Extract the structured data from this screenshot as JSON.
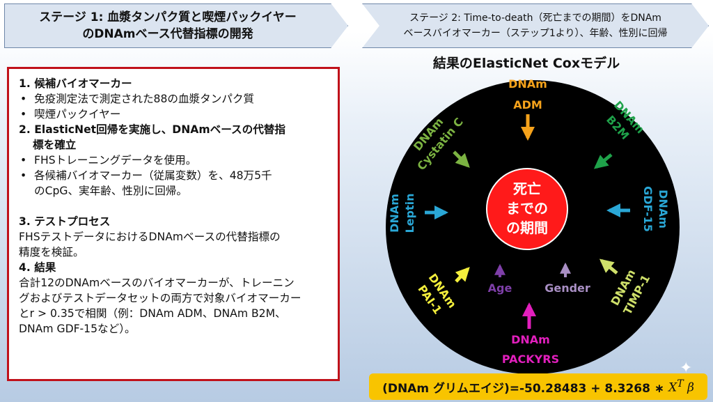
{
  "stage1": {
    "line1": "ステージ 1: 血漿タンパク質と喫煙パックイヤー",
    "line2": "のDNAmベース代替指標の開発"
  },
  "stage2": {
    "line1": "ステージ 2: Time-to-death（死亡までの期間）をDNAm",
    "line2": "ベースバイオマーカー（ステップ1より）、年齢、性別に回帰"
  },
  "steps": {
    "h1": "1. 候補バイオマーカー",
    "b1": "免疫測定法で測定された88の血漿タンパク質",
    "b2": "喫煙パックイヤー",
    "h2a": "2. ElasticNet回帰を実施し、DNAmベースの代替指",
    "h2b": "標を確立",
    "b3": "FHSトレーニングデータを使用。",
    "b4a": "各候補バイオマーカー（従属変数）を、48万5千",
    "b4b": "のCpG、実年齢、性別に回帰。",
    "h3": "3. テストプロセス",
    "t3a": "FHSテストデータにおけるDNAmベースの代替指標の",
    "t3b": "精度を検証。",
    "h4": "4. 結果",
    "t4a": "合計12のDNAmベースのバイオマーカーが、トレーニン",
    "t4b": "グおよびテストデータセットの両方で対象バイオマーカー",
    "t4c": "とr > 0.35で相関（例：DNAm ADM、DNAm B2M、",
    "t4d": "DNAm GDF-15など）。"
  },
  "diagram": {
    "title": "結果のElasticNet Coxモデル",
    "center": {
      "l1": "死亡",
      "l2": "までの",
      "l3": "の期間"
    },
    "nodes": [
      {
        "id": "adm",
        "l1": "DNAm",
        "l2": "ADM",
        "color": "#f5a21b"
      },
      {
        "id": "b2m",
        "l1": "DNAm",
        "l2": "B2M",
        "color": "#1fa24a"
      },
      {
        "id": "gdf",
        "l1": "DNAm",
        "l2": "GDF-15",
        "color": "#2aa7d6"
      },
      {
        "id": "timp",
        "l1": "DNAm",
        "l2": "TIMP-1",
        "color": "#cfe06a"
      },
      {
        "id": "packyrs",
        "l1": "DNAm",
        "l2": "PACKYRS",
        "color": "#e21fbd"
      },
      {
        "id": "pai",
        "l1": "DNAm",
        "l2": "PAI-1",
        "color": "#f4ef3c"
      },
      {
        "id": "leptin",
        "l1": "DNAm",
        "l2": "Leptin",
        "color": "#2aa7d6"
      },
      {
        "id": "cys",
        "l1": "DNAm",
        "l2": "Cystatin C",
        "color": "#7cb342"
      },
      {
        "id": "age",
        "l1": "Age",
        "color": "#7e3fa8"
      },
      {
        "id": "gender",
        "l1": "Gender",
        "color": "#a98fc4"
      }
    ]
  },
  "formula": {
    "text": "(DNAm グリムエイジ)=-50.28483 + 8.3268 ∗",
    "math": "X^T β",
    "math_x": "X",
    "math_sup": "T",
    "math_beta": "β"
  },
  "colors": {
    "box_border": "#c0111a",
    "formula_bg": "#f8c400",
    "center_fill": "#ff1a1a",
    "circle_fill": "#000000"
  }
}
